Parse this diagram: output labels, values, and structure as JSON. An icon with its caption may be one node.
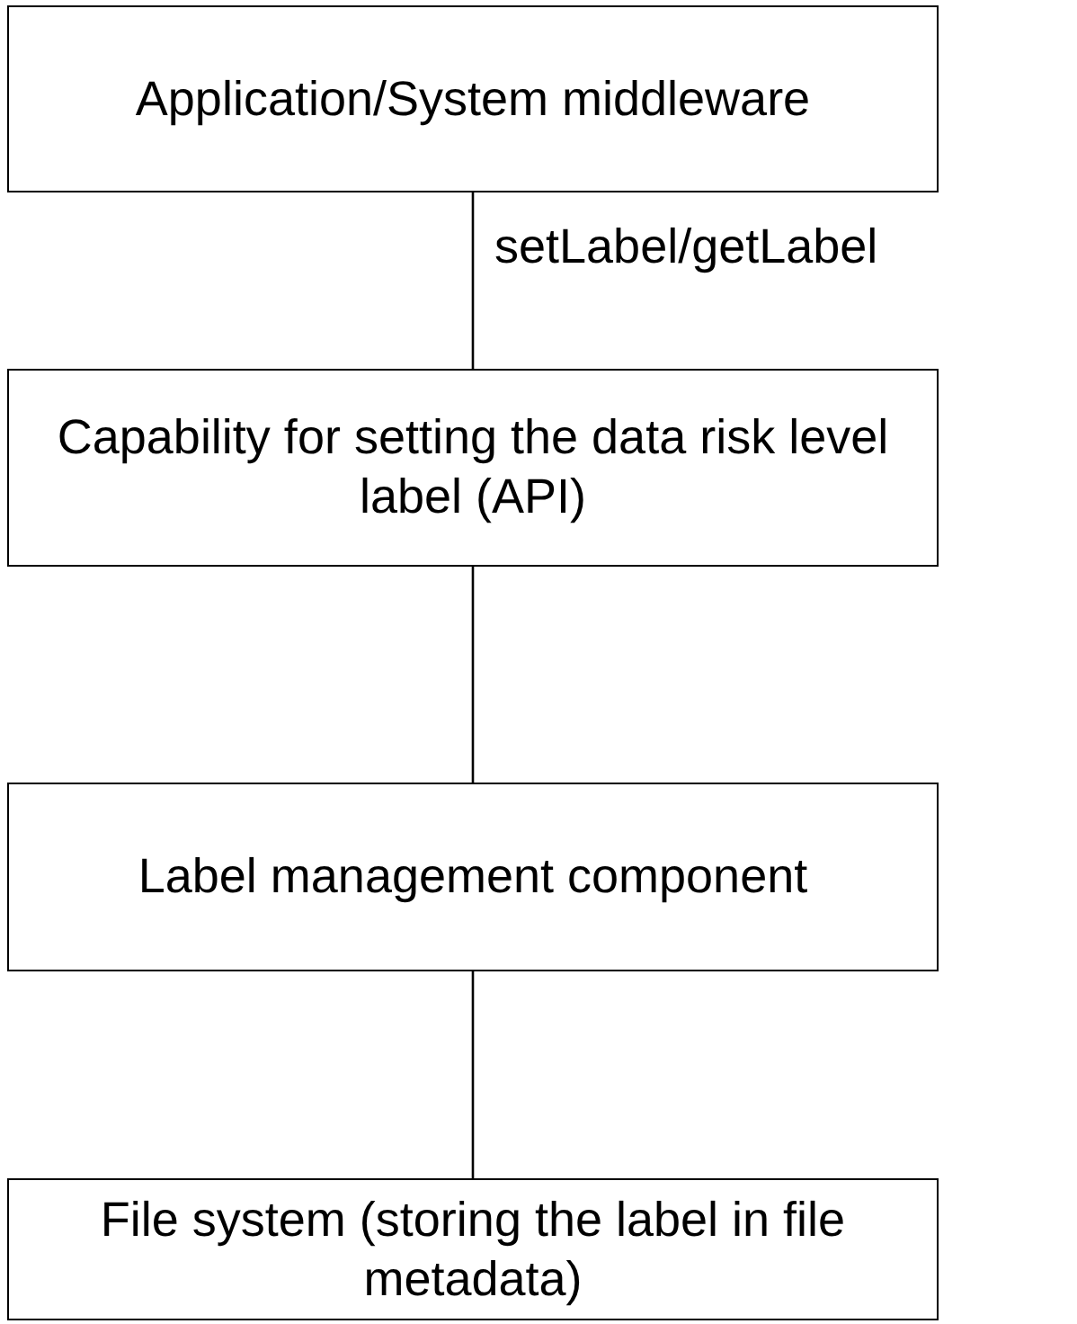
{
  "diagram": {
    "nodes": [
      {
        "text": [
          "Application/System middleware"
        ]
      },
      {
        "text": [
          "Capability for setting the data risk level label (API)"
        ]
      },
      {
        "text": [
          "Label management component"
        ]
      },
      {
        "text": [
          "File system (storing the label in file metadata)"
        ]
      }
    ],
    "edges": [
      {
        "from": 0,
        "to": 1,
        "arrow": "none",
        "label": "setLabel/getLabel"
      },
      {
        "from": 1,
        "to": 2,
        "arrow": "none"
      },
      {
        "from": 2,
        "to": 3,
        "arrow": "none"
      }
    ]
  }
}
